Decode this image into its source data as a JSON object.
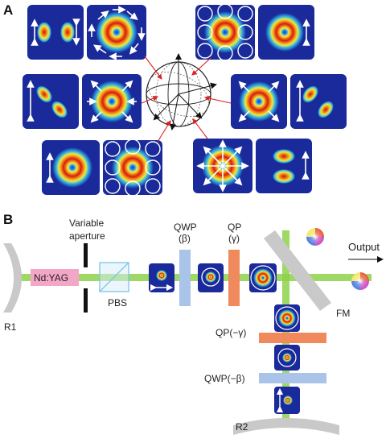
{
  "panel_a": {
    "label": "A"
  },
  "panel_b": {
    "label": "B",
    "mirror_r1": "R1",
    "gain_medium": "Nd:YAG",
    "aperture": "Variable aperture",
    "aperture_line1": "Variable",
    "aperture_line2": "aperture",
    "pbs": "PBS",
    "qwp_top": "QWP",
    "qwp_top_param": "(β)",
    "qp_top": "QP",
    "qp_top_param": "(γ)",
    "output": "Output",
    "fm": "FM",
    "qp_bottom": "QP(−γ)",
    "qwp_bottom": "QWP(−β)",
    "mirror_r2": "R2"
  },
  "colors": {
    "beam": "#8dd14a",
    "gain": "#f4a6c6",
    "qwp": "#a9c4e8",
    "qp": "#f08a5d",
    "mirror": "#c9c9c9",
    "pbs": "#7cc4e8",
    "tile_bg": "#1a2a9a",
    "arrow": "#ffffff"
  }
}
